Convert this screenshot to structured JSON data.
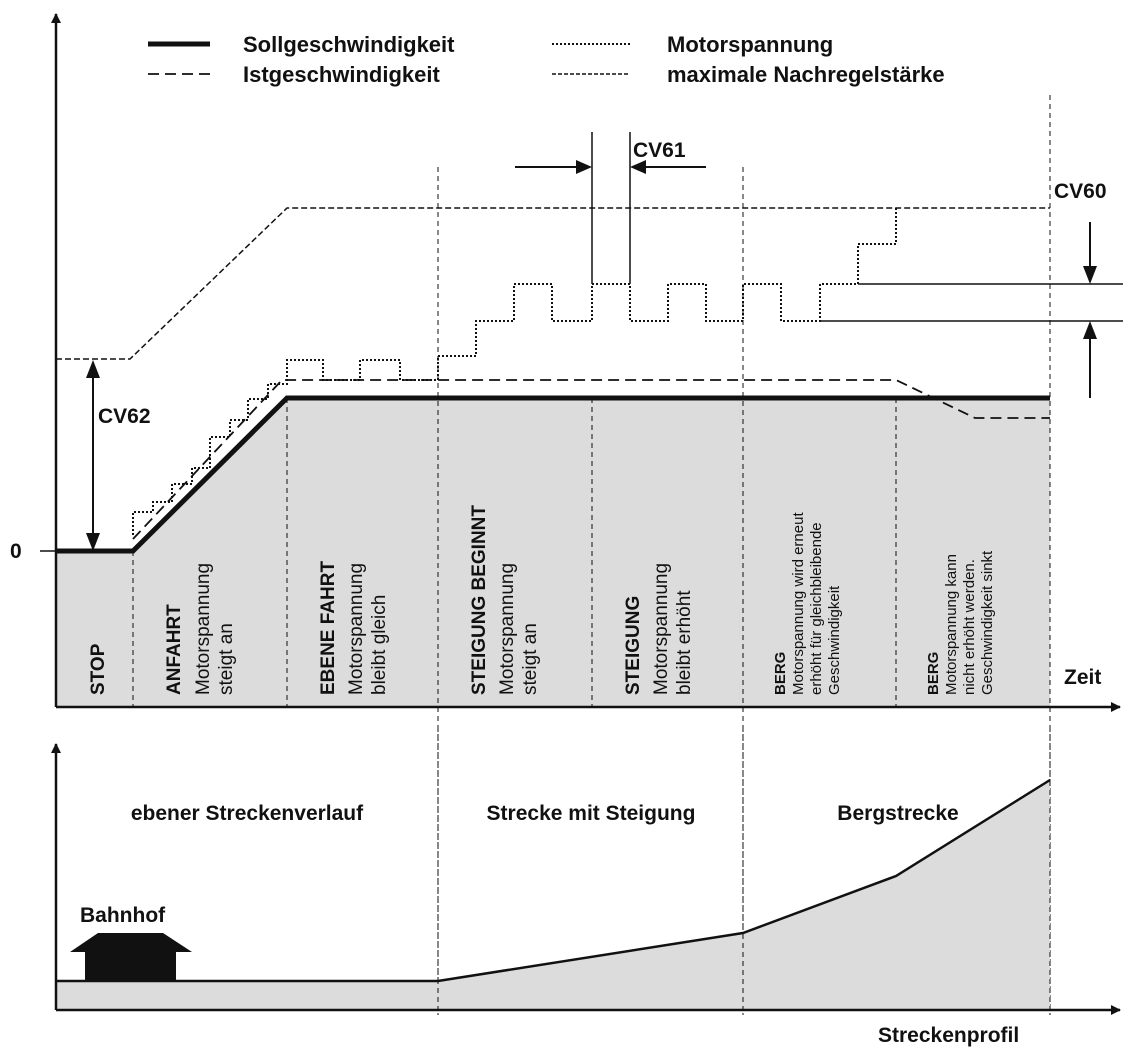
{
  "legend": {
    "soll": "Sollgeschwindigkeit",
    "ist": "Istgeschwindigkeit",
    "motor": "Motorspannung",
    "max": "maximale Nachregelstärke"
  },
  "labels": {
    "cv60": "CV60",
    "cv61": "CV61",
    "cv62": "CV62",
    "zero": "0",
    "zeit": "Zeit",
    "streckenprofil": "Streckenprofil",
    "bahnhof": "Bahnhof"
  },
  "phases": {
    "stop": {
      "title": "STOP"
    },
    "anfahrt": {
      "title": "ANFAHRT",
      "line1": "Motorspannung",
      "line2": "steigt an"
    },
    "ebene": {
      "title": "EBENE FAHRT",
      "line1": "Motorspannung",
      "line2": "bleibt gleich"
    },
    "steigung_beginnt": {
      "title": "STEIGUNG BEGINNT",
      "line1": "Motorspannung",
      "line2": "steigt an"
    },
    "steigung": {
      "title": "STEIGUNG",
      "line1": "Motorspannung",
      "line2": "bleibt erhöht"
    },
    "berg1": {
      "title": "BERG",
      "line1": "Motorspannung wird erneut",
      "line2": "erhöht für gleichbleibende",
      "line3": "Geschwindigkeit"
    },
    "berg2": {
      "title": "BERG",
      "line1": "Motorspannung kann",
      "line2": "nicht erhöht werden.",
      "line3": "Geschwindigkeit sinkt"
    }
  },
  "sections": {
    "eben": "ebener Streckenverlauf",
    "steigung": "Strecke mit Steigung",
    "berg": "Bergstrecke"
  }
}
